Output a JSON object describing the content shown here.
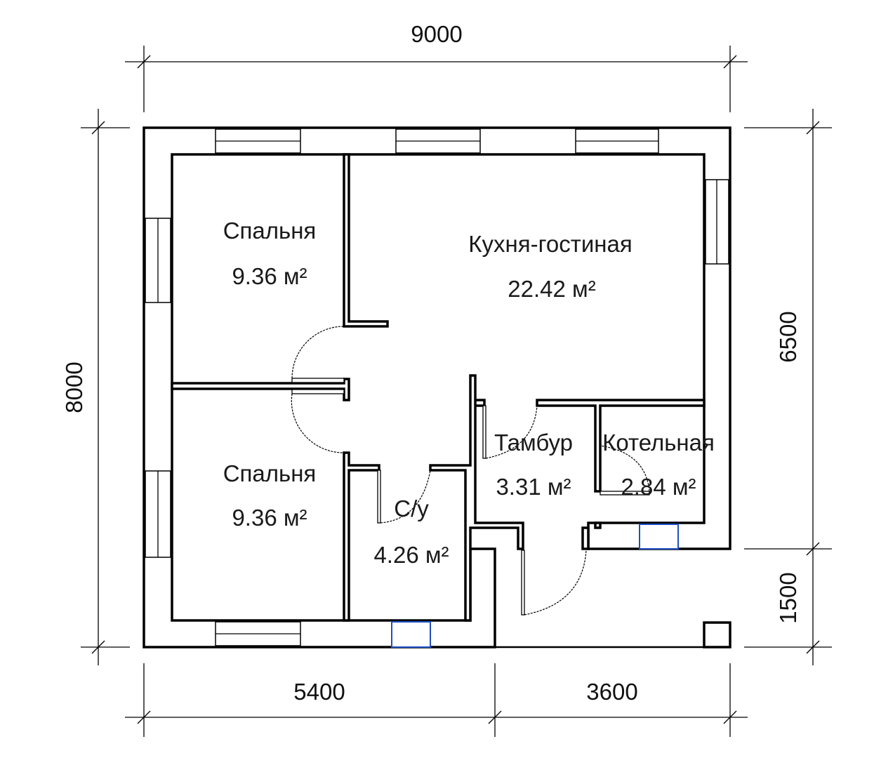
{
  "plan": {
    "dimensions": {
      "total_width": "9000",
      "total_depth": "8000",
      "right_upper": "6500",
      "right_lower": "1500",
      "bottom_left": "5400",
      "bottom_right": "3600"
    },
    "rooms": [
      {
        "name": "Спальня",
        "area": "9.36 м²"
      },
      {
        "name": "Кухня-гостиная",
        "area": "22.42 м²"
      },
      {
        "name": "Спальня",
        "area": "9.36 м²"
      },
      {
        "name": "Тамбур",
        "area": "3.31 м²"
      },
      {
        "name": "Котельная",
        "area": "2.84 м²"
      },
      {
        "name": "С/у",
        "area": "4.26 м²"
      }
    ],
    "colors": {
      "walls": "#000000",
      "small_windows": "#1f4fc4"
    }
  }
}
